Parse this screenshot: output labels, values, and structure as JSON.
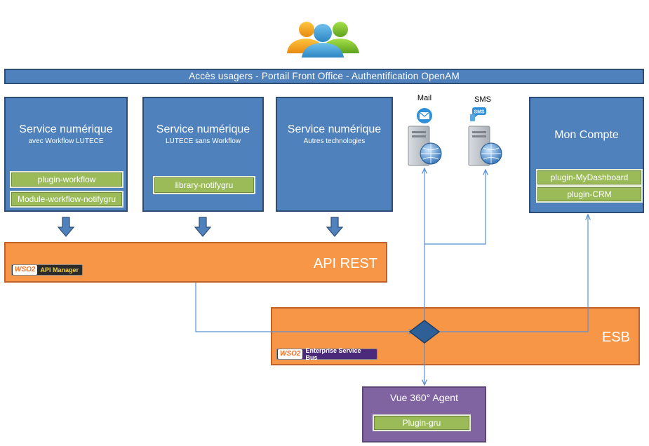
{
  "banner": "Accès usagers - Portail Front Office - Authentification OpenAM",
  "services": [
    {
      "title": "Service numérique",
      "subtitle": "avec Workflow LUTECE",
      "plugins": [
        "plugin-workflow",
        "Module-workflow-notifygru"
      ]
    },
    {
      "title": "Service numérique",
      "subtitle": "LUTECE sans Workflow",
      "plugins": [
        "library-notifygru"
      ]
    },
    {
      "title": "Service numérique",
      "subtitle": "Autres technologies",
      "plugins": []
    }
  ],
  "mail_label": "Mail",
  "sms_label": "SMS",
  "sms_icon_text": "SMS",
  "mon_compte": {
    "title": "Mon Compte",
    "plugins": [
      "plugin-MyDashboard",
      "plugin-CRM"
    ]
  },
  "api_rest": {
    "title": "API REST",
    "logo_brand": "WSO2",
    "logo_text": "API Manager"
  },
  "esb": {
    "title": "ESB",
    "logo_brand": "WSO2",
    "logo_text": "Enterprise Service Bus"
  },
  "vue360": {
    "title": "Vue 360° Agent",
    "plugin": "Plugin-gru"
  },
  "colors": {
    "blue": "#4f81bd",
    "orange": "#f79646",
    "green": "#9bbb59",
    "purple": "#8064a2",
    "line": "#5b8fd1"
  },
  "icons": [
    "users-icon",
    "mail-icon",
    "sms-icon",
    "server-icon",
    "globe-icon",
    "down-arrow-icon"
  ]
}
